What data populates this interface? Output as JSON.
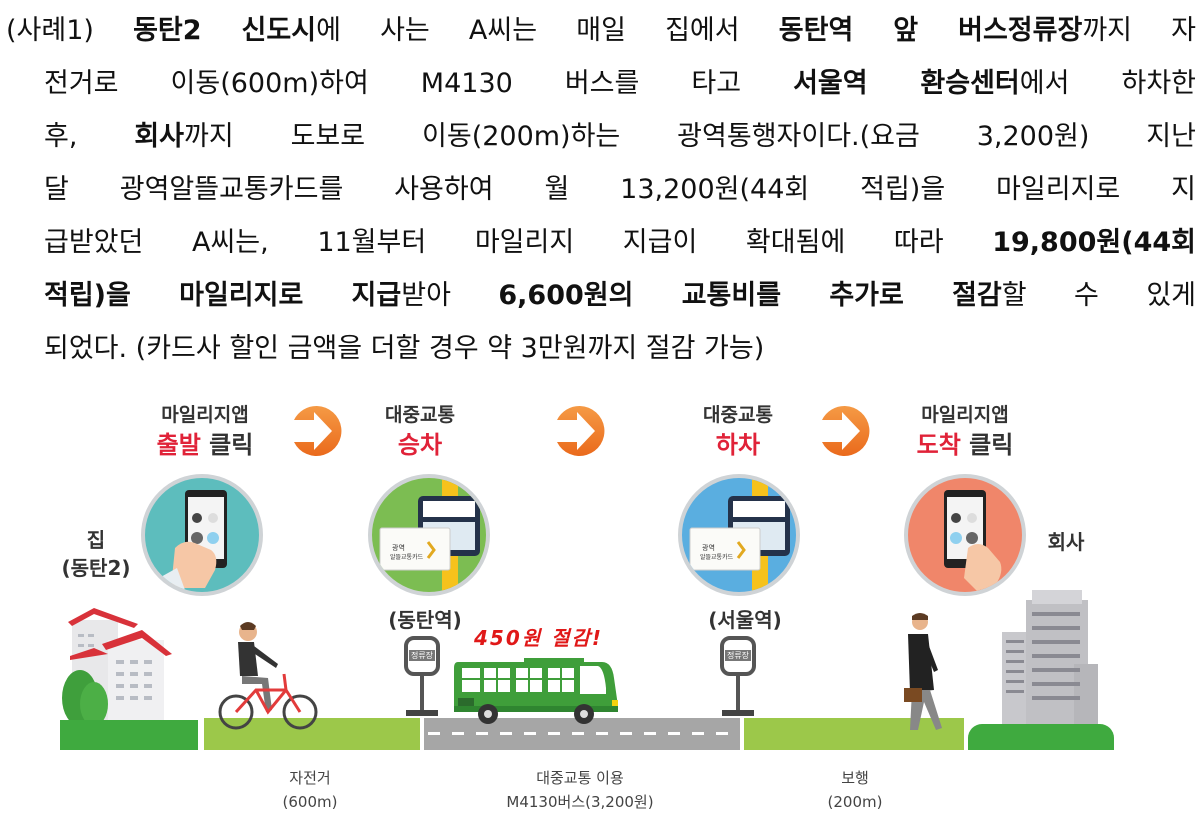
{
  "paragraph": {
    "lines": [
      [
        {
          "t": "(사례1) ",
          "b": false
        },
        {
          "t": "동탄2 신도시",
          "b": true
        },
        {
          "t": "에 사는 A씨는 매일 집에서 ",
          "b": false
        },
        {
          "t": "동탄역 앞 버스정류장",
          "b": true
        },
        {
          "t": "까지 자",
          "b": false
        }
      ],
      [
        {
          "t": "전거로 이동(600m)하여 M4130 버스를 타고 ",
          "b": false
        },
        {
          "t": "서울역 환승센터",
          "b": true
        },
        {
          "t": "에서 하차한",
          "b": false
        }
      ],
      [
        {
          "t": "후, ",
          "b": false
        },
        {
          "t": "회사",
          "b": true
        },
        {
          "t": "까지 도보로 이동(200m)하는 광역통행자이다.(요금 3,200원) 지난",
          "b": false
        }
      ],
      [
        {
          "t": "달 광역알뜰교통카드를 사용하여 월 13,200원(44회 적립)을 마일리지로 지",
          "b": false
        }
      ],
      [
        {
          "t": "급받았던 A씨는, 11월부터 마일리지 지급이 확대됨에 따라 ",
          "b": false
        },
        {
          "t": "19,800원(44회",
          "b": true
        }
      ],
      [
        {
          "t": "적립)을 마일리지로 지급",
          "b": true
        },
        {
          "t": "받아 ",
          "b": false
        },
        {
          "t": "6,600원의 교통비를 추가로 절감",
          "b": true
        },
        {
          "t": "할 수 있게",
          "b": false
        }
      ],
      [
        {
          "t": "되었다. (카드사 할인 금액을 더할 경우 약 3만원까지 절감 가능)",
          "b": false
        }
      ]
    ]
  },
  "infographic": {
    "steps": [
      {
        "line1": "마일리지앱",
        "highlight": "출발",
        "rest": " 클릭",
        "circle_color": "#5dbdbd",
        "icon": "phone-app-icon"
      },
      {
        "line1": "대중교통",
        "highlight": "승차",
        "rest": "",
        "circle_color": "#7cbd52",
        "icon": "transit-card-icon"
      },
      {
        "line1": "대중교통",
        "highlight": "하차",
        "rest": "",
        "circle_color": "#5aaee0",
        "icon": "transit-card-icon"
      },
      {
        "line1": "마일리지앱",
        "highlight": "도착",
        "rest": " 클릭",
        "circle_color": "#f0866a",
        "icon": "phone-app-icon"
      }
    ],
    "places": {
      "home_line1": "집",
      "home_line2": "(동탄2)",
      "office": "회사",
      "stop_from": "(동탄역)",
      "stop_to": "(서울역)",
      "stop_sign": "정류장"
    },
    "savings_note": "450원 절감!",
    "segments": [
      {
        "line1": "자전거",
        "line2": "(600m)"
      },
      {
        "line1": "대중교통 이용",
        "line2": "M4130버스(3,200원)"
      },
      {
        "line1": "보행",
        "line2": "(200m)"
      }
    ],
    "colors": {
      "highlight_red": "#e02238",
      "arrow_orange": "#f07d2a",
      "grass_light": "#9cc84a",
      "grass_dark": "#3faa3f",
      "road": "#a6a6a6",
      "bus": "#3f9e3a"
    }
  }
}
